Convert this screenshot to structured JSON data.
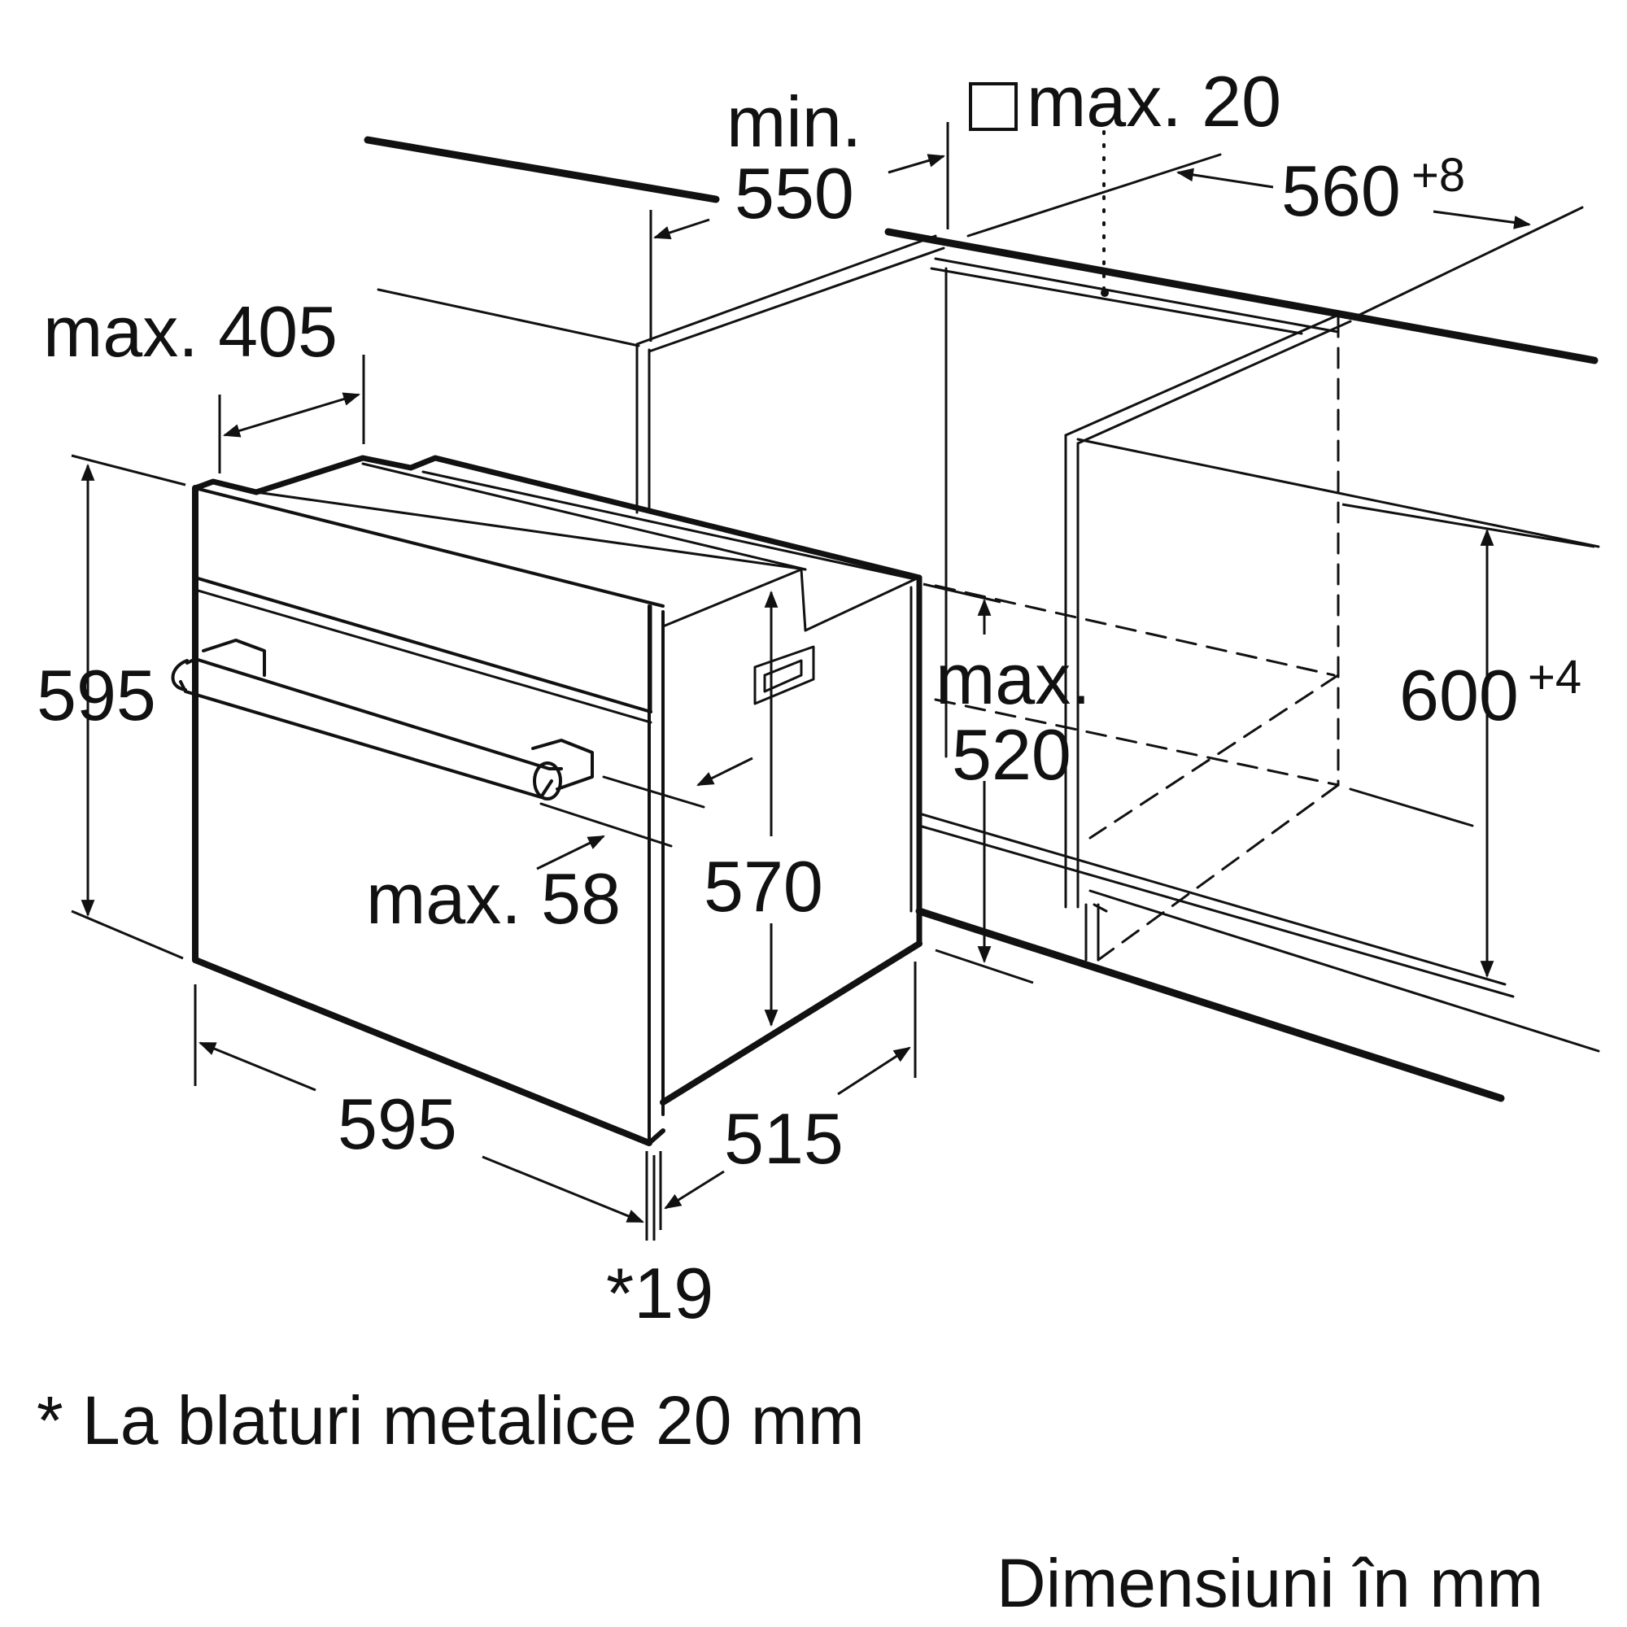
{
  "diagram": {
    "type": "oven installation dimension drawing",
    "unit_note": "Dimensiuni în mm",
    "footnote": "* La blaturi metalice 20 mm",
    "colors": {
      "ink": "#111111",
      "background": "#ffffff"
    },
    "dimensions": {
      "min_label": "min.",
      "min_value": "550",
      "max20_box": "□",
      "max20": "max. 20",
      "w560": "560",
      "w560_tol": "+8",
      "max405": "max. 405",
      "h595": "595",
      "h600": "600",
      "h600_tol": "+4",
      "max520_label": "max.",
      "max520_value": "520",
      "h570": "570",
      "max58": "max. 58",
      "w595": "595",
      "d515": "515",
      "star19": "*19"
    }
  }
}
